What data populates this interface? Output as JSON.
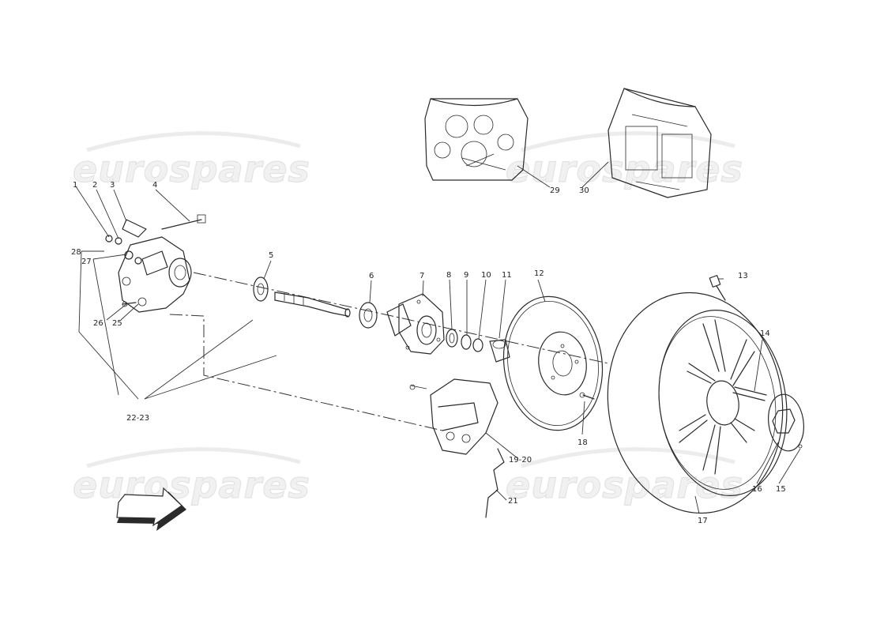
{
  "watermark": {
    "text": "eurospares"
  },
  "callouts": {
    "c1": "1",
    "c2": "2",
    "c3": "3",
    "c4": "4",
    "c5": "5",
    "c6": "6",
    "c7": "7",
    "c8": "8",
    "c9": "9",
    "c10": "10",
    "c11": "11",
    "c12": "12",
    "c13": "13",
    "c14": "14",
    "c15": "15",
    "c16": "16",
    "c17": "17",
    "c18": "18",
    "c19_20": "19-20",
    "c21": "21",
    "c22_23": "22-23",
    "c25": "25",
    "c26": "26",
    "c27": "27",
    "c28": "28",
    "c29": "29",
    "c30": "30"
  }
}
